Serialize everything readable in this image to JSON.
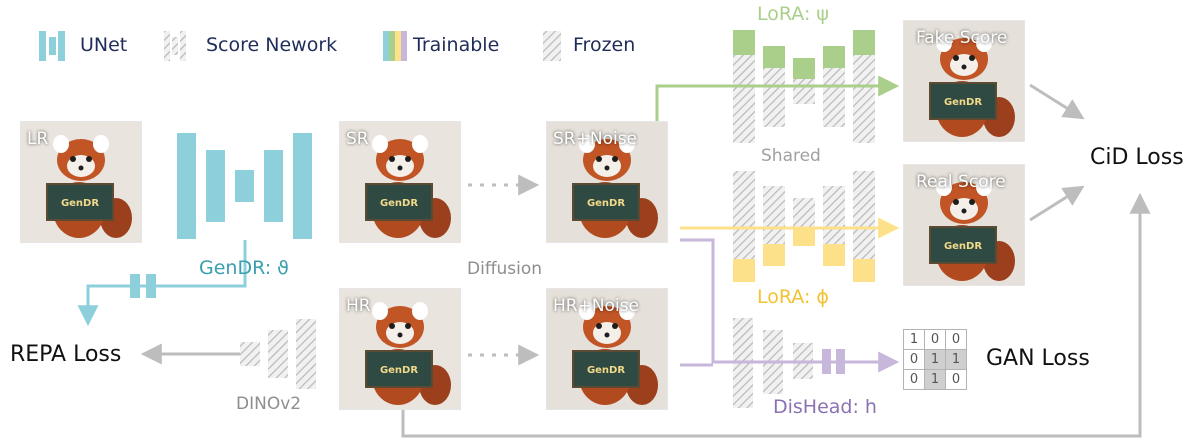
{
  "legend": {
    "unet": "UNet",
    "score_network": "Score Nework",
    "trainable": "Trainable",
    "frozen": "Frozen"
  },
  "panels": {
    "lr": "LR",
    "sr": "SR",
    "sr_noise": "SR+Noise",
    "hr": "HR",
    "hr_noise": "HR+Noise",
    "fake_score": "Fake Score",
    "real_score": "Real Score",
    "sign_text": "GenDR"
  },
  "labels": {
    "gendr": "GenDR: ϑ",
    "diffusion": "Diffusion",
    "dinov2": "DINOv2",
    "lora_psi": "LoRA: ψ",
    "lora_phi": "LoRA: ϕ",
    "shared": "Shared",
    "dishead": "DisHead: h"
  },
  "losses": {
    "cid": "CiD Loss",
    "repa": "REPA Loss",
    "gan": "GAN Loss"
  },
  "matrix": [
    [
      "1",
      "0",
      "0"
    ],
    [
      "0",
      "1",
      "1"
    ],
    [
      "0",
      "1",
      "0"
    ]
  ],
  "colors": {
    "unet": "#8ecfdc",
    "lora_psi": "#a9cf8a",
    "lora_phi": "#fde08a",
    "dishead": "#c7b7da",
    "gendr_label": "#3a9fae",
    "lora_psi_text": "#a9cf8a",
    "lora_phi_text": "#f2c230",
    "dishead_text": "#8a72b4",
    "gray_text": "#8e8e8e",
    "arrow_gray": "#bdbdbd"
  }
}
